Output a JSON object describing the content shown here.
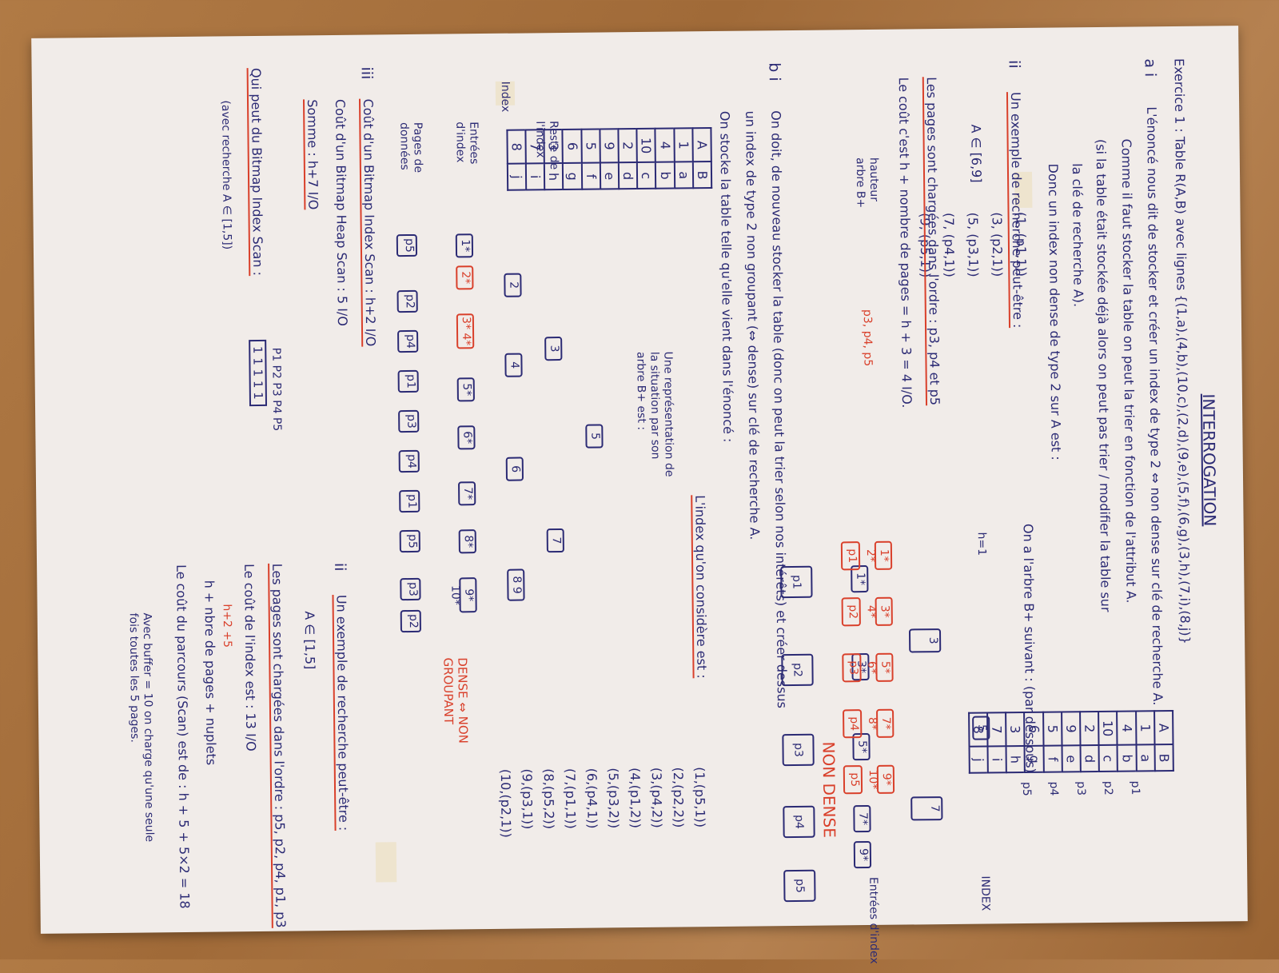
{
  "title": "INTERROGATION",
  "exercise": {
    "header": "Exercice 1 : Table R(A,B) avec lignes {(1,a),(4,b),(10,c),(2,d),(9,e),(5,f),(6,g),(3,h),(7,i),(8,j)}",
    "table_AB": {
      "headers": [
        "A",
        "B"
      ],
      "rows": [
        [
          "1",
          "a"
        ],
        [
          "4",
          "b"
        ],
        [
          "10",
          "c"
        ],
        [
          "2",
          "d"
        ],
        [
          "9",
          "e"
        ],
        [
          "5",
          "f"
        ],
        [
          "6",
          "g"
        ],
        [
          "3",
          "h"
        ],
        [
          "7",
          "i"
        ],
        [
          "8",
          "j"
        ]
      ],
      "pages": [
        "p1",
        "p2",
        "p3",
        "p4",
        "p5"
      ]
    }
  },
  "part_a": {
    "label_a": "a",
    "label_i": "i",
    "text": [
      "L'énoncé nous dit de stocker et créer un index de type 2 ⇔ non dense sur clé de recherche A.",
      "Comme il faut stocker la table on peut la trier en fonction de l'attribut A.",
      "(si la table était stockée déjà alors on peut pas trier / modifier la table sur",
      "la clé de recherche A).",
      "Donc un index non dense de type 2 sur A est :"
    ],
    "entries": [
      "(1, (p1,1))",
      "(3, (p2,1))",
      "(5, (p3,1))",
      "(7, (p4,1))",
      "(9, (p5,1))"
    ],
    "tree_caption": "On a l'arbre B+ suivant : (par dessous)",
    "tree_nodes": [
      "5",
      "3",
      "7",
      "1*",
      "3*",
      "5*",
      "7*",
      "9*"
    ],
    "pages": [
      "p1",
      "p2",
      "p3",
      "p4",
      "p5"
    ],
    "side_labels": [
      "Entrées d'index",
      "INDEX",
      "h=1"
    ]
  },
  "part_a_ii": {
    "label": "ii",
    "heading": "Un exemple de recherche peut-être :",
    "range": "A ∈ [6,9]",
    "pages_text": "Les pages sont chargées dans l'ordre : p3, p4 et p5",
    "cost_text": "Le coût c'est  h + nombre de pages = h + 3 = 4 I/O.",
    "hauteur": "hauteur arbre B+",
    "red_note": "p3, p4, p5",
    "red_pages": [
      "p1",
      "p2",
      "p3",
      "p4",
      "p5"
    ],
    "red_entries": [
      "1* 2*",
      "3* 4*",
      "5* 6*",
      "7* 8*",
      "9* 10*"
    ],
    "non_dense": "NON DENSE"
  },
  "part_b": {
    "label_b": "b",
    "label_i": "i",
    "text": [
      "On doit, de nouveau stocker la table (donc on peut la trier selon nos intérêts) et créer dessus",
      "un index de type 2 non groupant (⇔ dense) sur clé de recherche A.",
      "On stocke la table telle qu'elle vient dans l'énoncé :"
    ],
    "table": {
      "headers": [
        "A",
        "B"
      ],
      "rows": [
        [
          "1",
          "a"
        ],
        [
          "4",
          "b"
        ],
        [
          "10",
          "c"
        ],
        [
          "2",
          "d"
        ],
        [
          "9",
          "e"
        ],
        [
          "5",
          "f"
        ],
        [
          "6",
          "g"
        ],
        [
          "3",
          "h"
        ],
        [
          "7",
          "i"
        ],
        [
          "8",
          "j"
        ]
      ]
    },
    "index_heading": "L'index qu'on considère est :",
    "index_entries": [
      "(1,(p5,1))",
      "(2,(p2,2))",
      "(3,(p4,2))",
      "(4,(p1,2))",
      "(5,(p3,2))",
      "(6,(p4,1))",
      "(7,(p1,1))",
      "(8,(p5,2))",
      "(9,(p3,1))",
      "(10,(p2,1))"
    ],
    "repr_note": "Une représentation de la situation par son arbre B+ est :",
    "tree_root": "5",
    "tree_l1": [
      "3",
      "7"
    ],
    "tree_l2": [
      "2",
      "4",
      "6",
      "8 9"
    ],
    "leaves": [
      "1*",
      "2*",
      "3* 4*",
      "5*",
      "6*",
      "7*",
      "8*",
      "9* 10*"
    ],
    "pages": [
      "p5",
      "p2",
      "p4",
      "p1",
      "p3",
      "p4",
      "p1",
      "p5",
      "p3",
      "p2"
    ],
    "side_labels": [
      "Reste de l'index",
      "Entrées d'index",
      "Pages de données",
      "Index"
    ],
    "dense_label": "DENSE ⇔ NON GROUPANT"
  },
  "part_b_ii": {
    "label": "ii",
    "heading": "Un exemple de recherche peut-être :",
    "range": "A ∈ [1,5]",
    "pages_text": "Les pages sont chargées dans l'ordre : p5, p2, p4, p1, p3",
    "cost_text": "Le coût de l'index est : 13 I/O",
    "formula": "h + nbre de pages + nuplets",
    "formula_red": "h+2   +5",
    "scan_text": "Le coût du parcours (Scan) est de : h + 5 + 5×2 = 18",
    "buffer_note": "Avec buffer = 10 on charge qu'une seule fois toutes les 5 pages."
  },
  "part_b_iii": {
    "label": "iii",
    "line1": "Coût d'un Bitmap Index Scan : h+2 I/O",
    "line2": "Coût d'un Bitmap Heap Scan : 5 I/O",
    "line3": "Somme : h+7 I/O",
    "right_heading": "Qui peut du Bitmap Index Scan :",
    "bitmap_labels": "P1 P2 P3 P4 P5",
    "bitmap_values": "1 1 1 1 1",
    "right_note": "(avec recherche A ∈ [1,5])"
  }
}
